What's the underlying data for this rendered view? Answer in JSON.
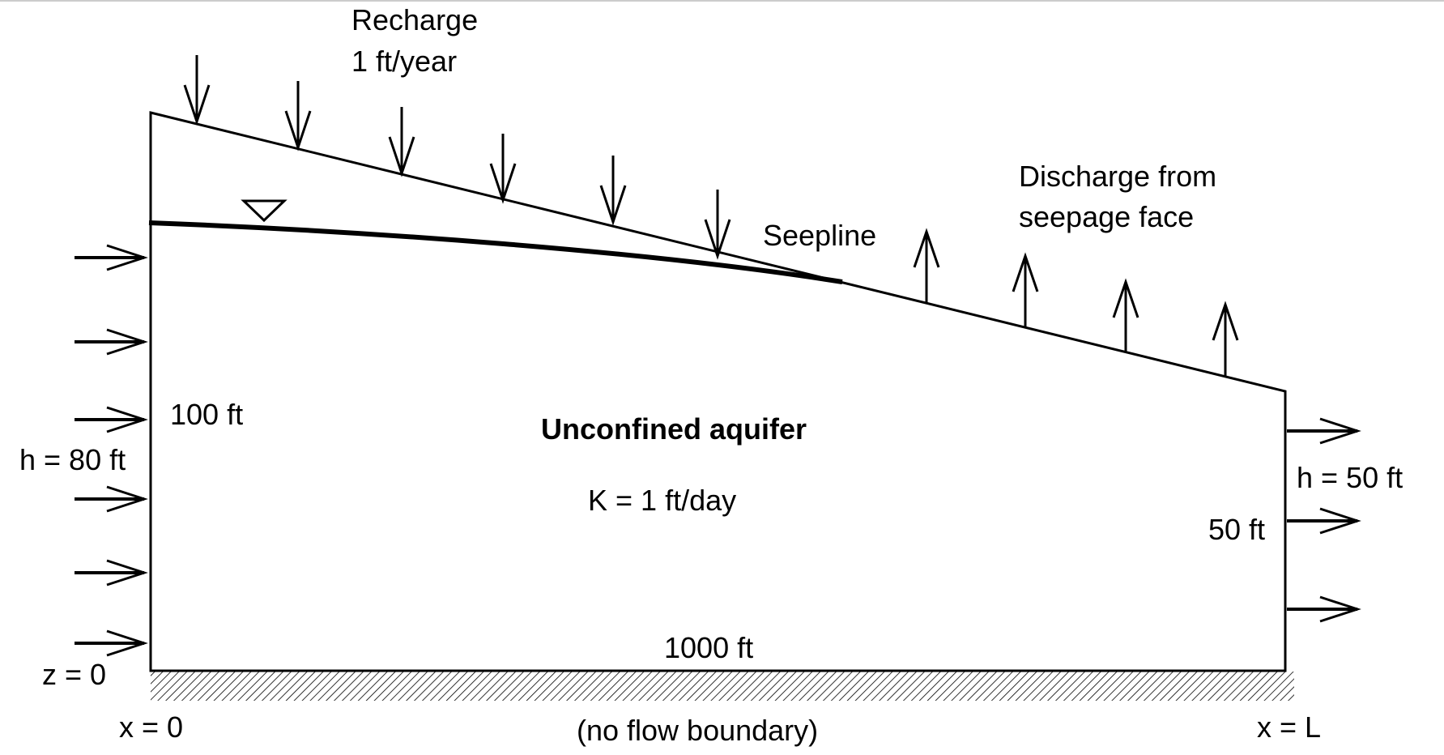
{
  "labels": {
    "recharge_line1": "Recharge",
    "recharge_line2": "1 ft/year",
    "discharge_line1": "Discharge from",
    "discharge_line2": "seepage face",
    "seepline": "Seepline",
    "title": "Unconfined aquifer",
    "conductivity": "K = 1 ft/day",
    "left_height": "100 ft",
    "right_height": "50 ft",
    "left_head": "h = 80 ft",
    "right_head": "h = 50 ft",
    "length": "1000 ft",
    "z_origin": "z = 0",
    "x_origin": "x = 0",
    "x_end": "x = L",
    "bottom_boundary": "(no flow boundary)"
  },
  "colors": {
    "ink": "#000000",
    "background": "#ffffff"
  },
  "icons": {
    "water_table": "water-table-triangle-icon",
    "flow_arrow": "arrow-icon",
    "ground_hatch": "no-flow-hatch"
  }
}
